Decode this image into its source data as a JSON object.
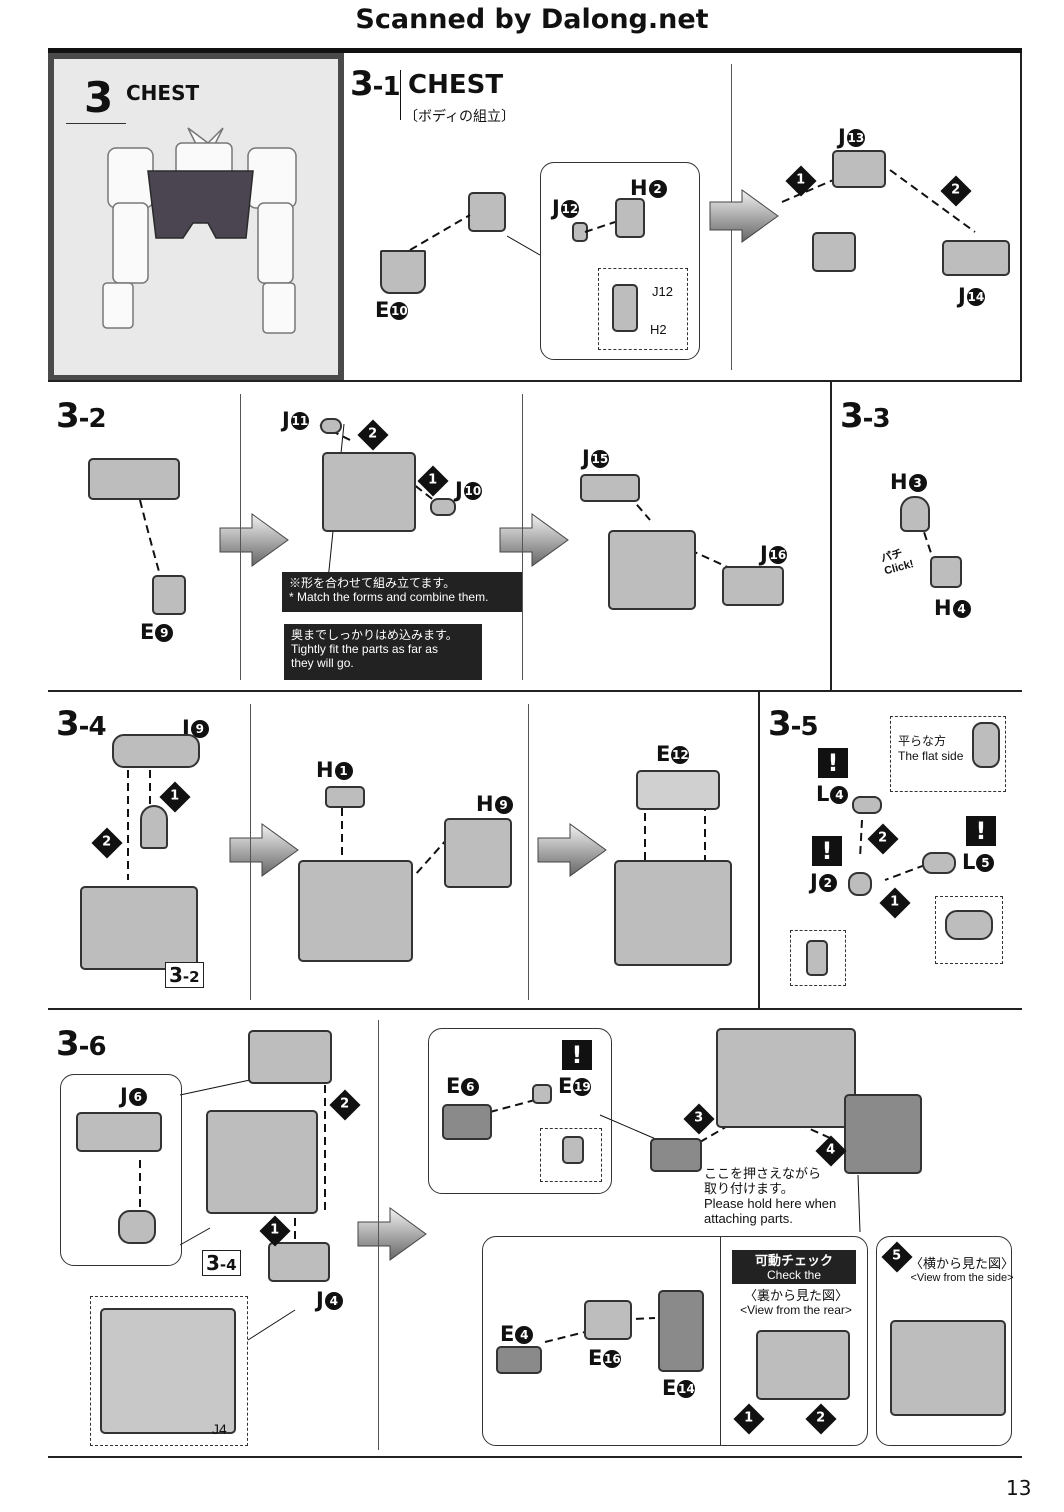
{
  "header": {
    "scan_credit": "Scanned by Dalong.net"
  },
  "intro": {
    "number": "3",
    "title": "CHEST"
  },
  "step_3_1": {
    "label_main": "3",
    "label_sub": "-1",
    "title": "CHEST",
    "subtitle": "〔ボディの組立〕",
    "parts": {
      "e10": "E",
      "j12": "J",
      "h2": "H",
      "j12_small": "J",
      "h2_small": "H",
      "j13": "J",
      "j14": "J"
    }
  },
  "step_3_2": {
    "label_main": "3",
    "label_sub": "-2",
    "parts": {
      "e9": "E",
      "j11": "J",
      "j10": "J",
      "j15": "J",
      "j16": "J"
    },
    "note1_jp": "※形を合わせて組み立てます。",
    "note1_en": "* Match the forms and combine them.",
    "note2_jp": "奥までしっかりはめ込みます。",
    "note2_en_1": "Tightly fit the parts as far as",
    "note2_en_2": "they will go."
  },
  "step_3_3": {
    "label_main": "3",
    "label_sub": "-3",
    "parts": {
      "h3": "H",
      "h4": "H"
    },
    "click_jp": "パチ",
    "click_en": "Click!"
  },
  "step_3_4": {
    "label_main": "3",
    "label_sub": "-4",
    "parts": {
      "j9": "J",
      "h1": "H",
      "h9": "H",
      "e12": "E"
    },
    "ref_main": "3",
    "ref_sub": "-2"
  },
  "step_3_5": {
    "label_main": "3",
    "label_sub": "-5",
    "flat_jp": "平らな方",
    "flat_en": "The flat side",
    "parts": {
      "l4": "L",
      "j2": "J",
      "l5": "L"
    }
  },
  "step_3_6": {
    "label_main": "3",
    "label_sub": "-6",
    "parts": {
      "j6": "J",
      "j4": "J",
      "j4_small": "J",
      "e6": "E",
      "e19": "E",
      "e4": "E",
      "e16": "E",
      "e14": "E"
    },
    "ref_main": "3",
    "ref_sub": "-4",
    "hold_jp_1": "ここを押さえながら",
    "hold_jp_2": "取り付けます。",
    "hold_en_1": "Please hold here when",
    "hold_en_2": "attaching parts.",
    "check_jp": "可動チェック",
    "check_en": "Check the movements",
    "rear_jp": "〈裏から見た図〉",
    "rear_en": "<View from the rear>",
    "side_jp": "〈横から見た図〉",
    "side_en": "<View from the side>"
  },
  "circled": {
    "n1": "1",
    "n2": "2",
    "n3": "3",
    "n4": "4",
    "n5": "5",
    "n6": "6",
    "n9": "9",
    "n10": "10",
    "n11": "11",
    "n12": "12",
    "n13": "13",
    "n14": "14",
    "n15": "15",
    "n16": "16",
    "n19": "19"
  },
  "footer": {
    "page_number": "13"
  }
}
